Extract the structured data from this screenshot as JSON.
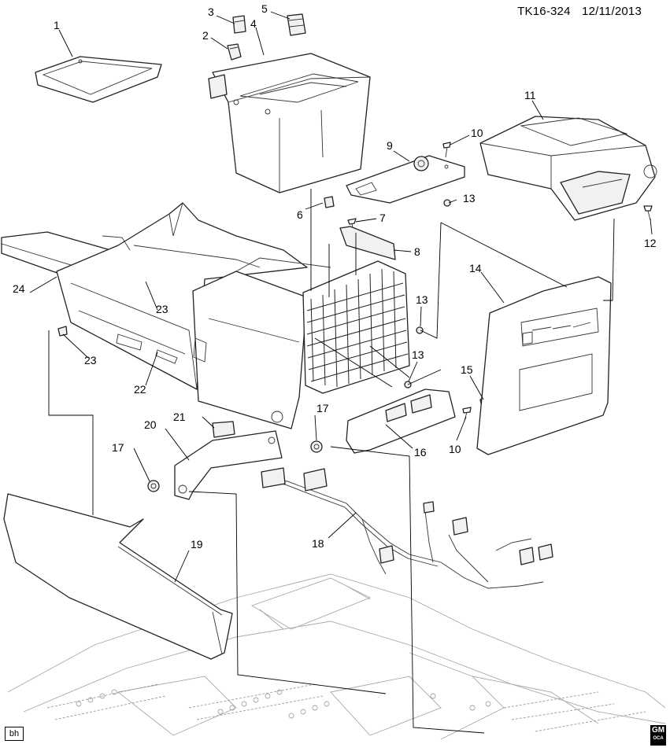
{
  "header": {
    "diagram_id": "TK16-324",
    "date": "12/11/2013"
  },
  "corner_badge": "bh",
  "logo": {
    "line1": "GM",
    "line2": "OCA"
  },
  "callouts": [
    {
      "id": "c1",
      "label": "1"
    },
    {
      "id": "c2",
      "label": "2"
    },
    {
      "id": "c3",
      "label": "3"
    },
    {
      "id": "c4",
      "label": "4"
    },
    {
      "id": "c5",
      "label": "5"
    },
    {
      "id": "c6",
      "label": "6"
    },
    {
      "id": "c7",
      "label": "7"
    },
    {
      "id": "c8",
      "label": "8"
    },
    {
      "id": "c9",
      "label": "9"
    },
    {
      "id": "c10a",
      "label": "10"
    },
    {
      "id": "c10b",
      "label": "10"
    },
    {
      "id": "c11",
      "label": "11"
    },
    {
      "id": "c12",
      "label": "12"
    },
    {
      "id": "c13a",
      "label": "13"
    },
    {
      "id": "c13b",
      "label": "13"
    },
    {
      "id": "c13c",
      "label": "13"
    },
    {
      "id": "c14",
      "label": "14"
    },
    {
      "id": "c15",
      "label": "15"
    },
    {
      "id": "c16",
      "label": "16"
    },
    {
      "id": "c17a",
      "label": "17"
    },
    {
      "id": "c17b",
      "label": "17"
    },
    {
      "id": "c18",
      "label": "18"
    },
    {
      "id": "c19",
      "label": "19"
    },
    {
      "id": "c20",
      "label": "20"
    },
    {
      "id": "c21",
      "label": "21"
    },
    {
      "id": "c22",
      "label": "22"
    },
    {
      "id": "c23a",
      "label": "23"
    },
    {
      "id": "c23b",
      "label": "23"
    },
    {
      "id": "c24",
      "label": "24"
    }
  ]
}
